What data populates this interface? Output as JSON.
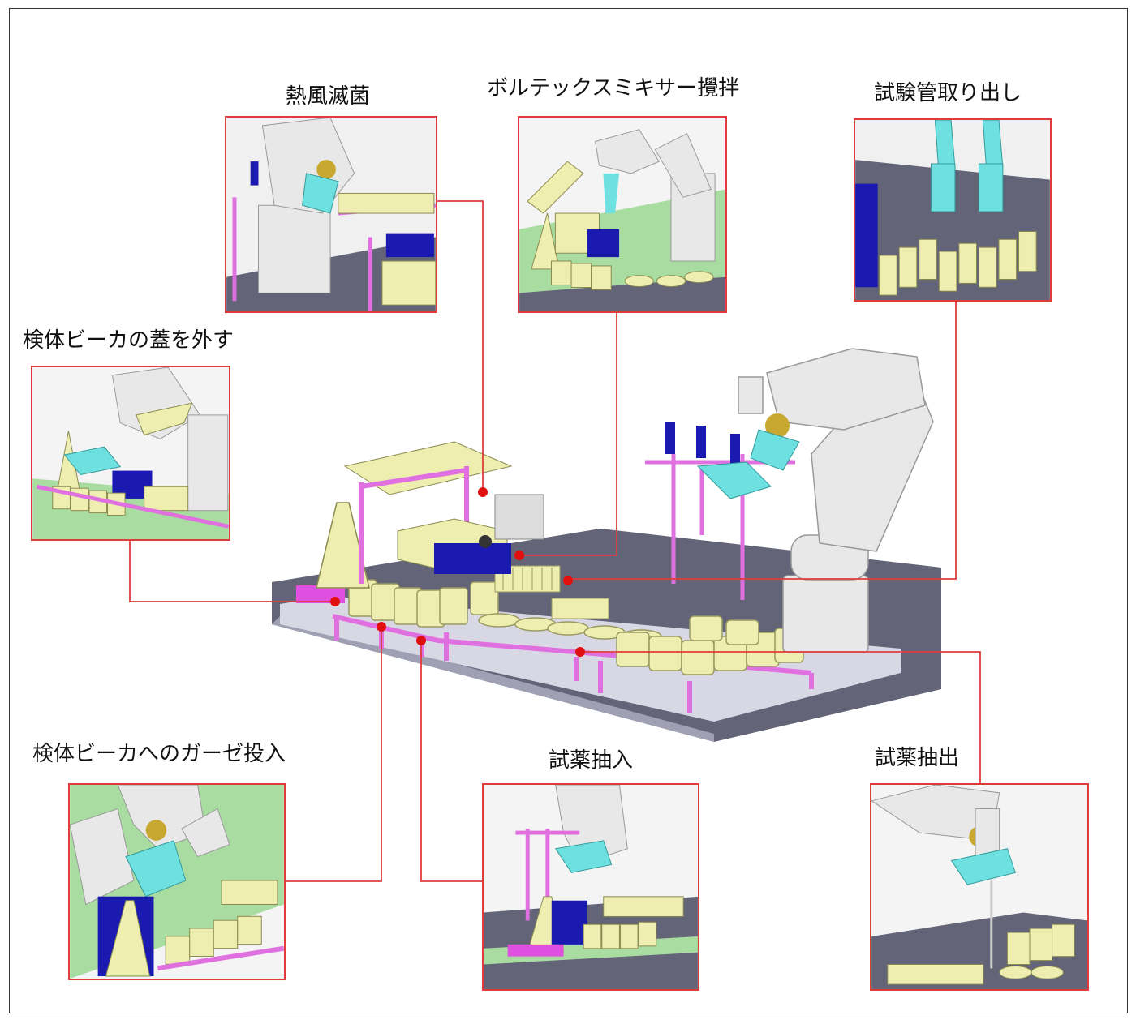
{
  "labels": {
    "hot_air": "熱風滅菌",
    "vortex": "ボルテックスミキサー攪拌",
    "tube_out": "試験管取り出し",
    "lid_remove": "検体ビーカの蓋を外す",
    "gauze": "検体ビーカへのガーゼ投入",
    "reagent_in": "試薬抽入",
    "reagent_out": "試薬抽出"
  },
  "colors": {
    "callout": "#e03c3c",
    "frame_pink": "#e070e0",
    "cream": "#eeeeb0",
    "robot": "#e8e8e8",
    "blue": "#1a1ab0",
    "cyan": "#6ee0e0",
    "floor": "#646478",
    "green": "#a8dca0"
  }
}
